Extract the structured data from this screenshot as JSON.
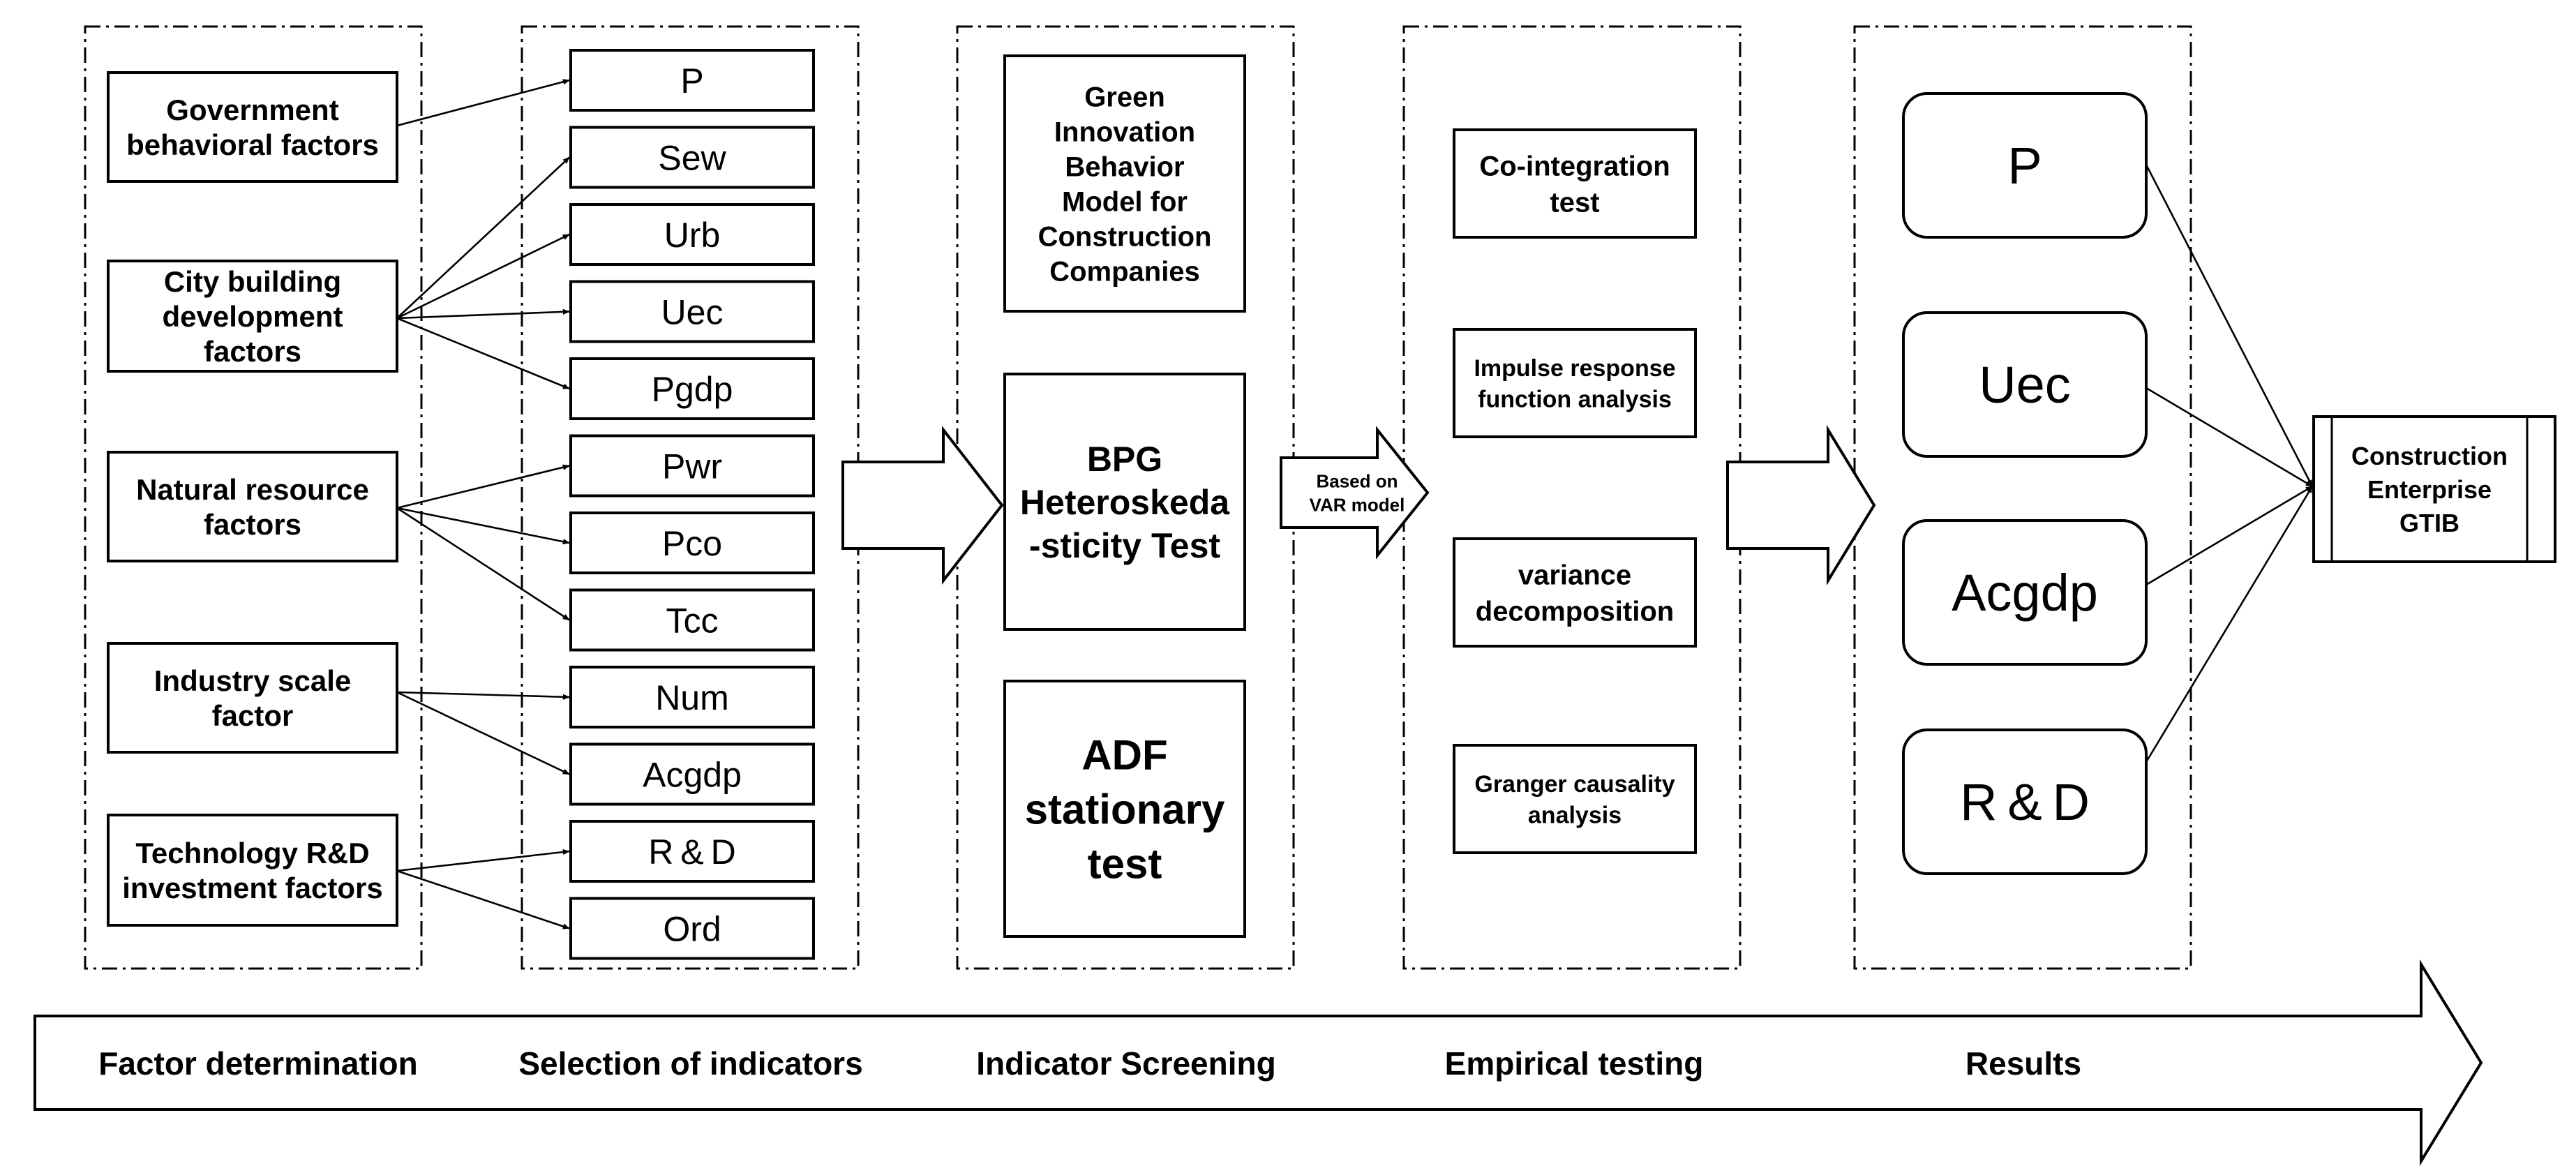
{
  "factors": [
    {
      "id": "gov",
      "lines": [
        "Government",
        "behavioral factors"
      ]
    },
    {
      "id": "city",
      "lines": [
        "City building",
        "development",
        "factors"
      ]
    },
    {
      "id": "nat",
      "lines": [
        "Natural resource",
        "factors"
      ]
    },
    {
      "id": "ind",
      "lines": [
        "Industry scale",
        "factor"
      ]
    },
    {
      "id": "tech",
      "lines": [
        "Technology R&D",
        "investment factors"
      ]
    }
  ],
  "indicators": [
    "P",
    "Sew",
    "Urb",
    "Uec",
    "Pgdp",
    "Pwr",
    "Pco",
    "Tcc",
    "Num",
    "Acgdp",
    "R & D",
    "Ord"
  ],
  "links": [
    {
      "from": "gov",
      "to": "P"
    },
    {
      "from": "city",
      "to": "Sew"
    },
    {
      "from": "city",
      "to": "Urb"
    },
    {
      "from": "city",
      "to": "Uec"
    },
    {
      "from": "city",
      "to": "Pgdp"
    },
    {
      "from": "nat",
      "to": "Pwr"
    },
    {
      "from": "nat",
      "to": "Pco"
    },
    {
      "from": "nat",
      "to": "Tcc"
    },
    {
      "from": "ind",
      "to": "Num"
    },
    {
      "from": "ind",
      "to": "Acgdp"
    },
    {
      "from": "tech",
      "to": "R & D"
    },
    {
      "from": "tech",
      "to": "Ord"
    }
  ],
  "screening": [
    {
      "id": "model",
      "lines": [
        "Green",
        "Innovation",
        "Behavior",
        "Model for",
        "Construction",
        "Companies"
      ]
    },
    {
      "id": "bpg",
      "lines": [
        "BPG",
        "Heteroskeda",
        "-sticity Test"
      ]
    },
    {
      "id": "adf",
      "lines": [
        "ADF",
        "stationary",
        "test"
      ]
    }
  ],
  "var_arrow_label": [
    "Based on",
    "VAR model"
  ],
  "tests": [
    {
      "id": "coint",
      "lines": [
        "Co-integration",
        "test"
      ]
    },
    {
      "id": "impulse",
      "lines": [
        "Impulse response",
        "function analysis"
      ]
    },
    {
      "id": "vardec",
      "lines": [
        "variance",
        "decomposition"
      ]
    },
    {
      "id": "granger",
      "lines": [
        "Granger causality",
        "analysis"
      ]
    }
  ],
  "results": [
    "P",
    "Uec",
    "Acgdp",
    "R & D"
  ],
  "target": [
    "Construction",
    "Enterprise",
    "GTIB"
  ],
  "stages": [
    "Factor determination",
    "Selection of indicators",
    "Indicator Screening",
    "Empirical testing",
    "Results"
  ]
}
